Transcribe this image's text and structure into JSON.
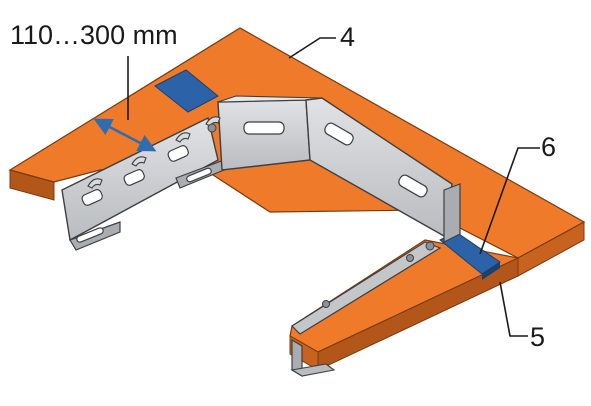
{
  "labels": {
    "dimension": "110…300 mm",
    "part_4": "4",
    "part_5": "5",
    "part_6": "6"
  },
  "colors": {
    "board": "#ef7b2a",
    "board_edge": "#b3561a",
    "board_outline": "#7a3a10",
    "clip": "#2c62a8",
    "metal": "#d0d3d6",
    "metal_dark": "#a9adb1",
    "metal_outline": "#3d3f42",
    "dimension_arrow": "#2f6db3"
  },
  "icons": {
    "dimension_arrow": "double-arrow-icon"
  }
}
